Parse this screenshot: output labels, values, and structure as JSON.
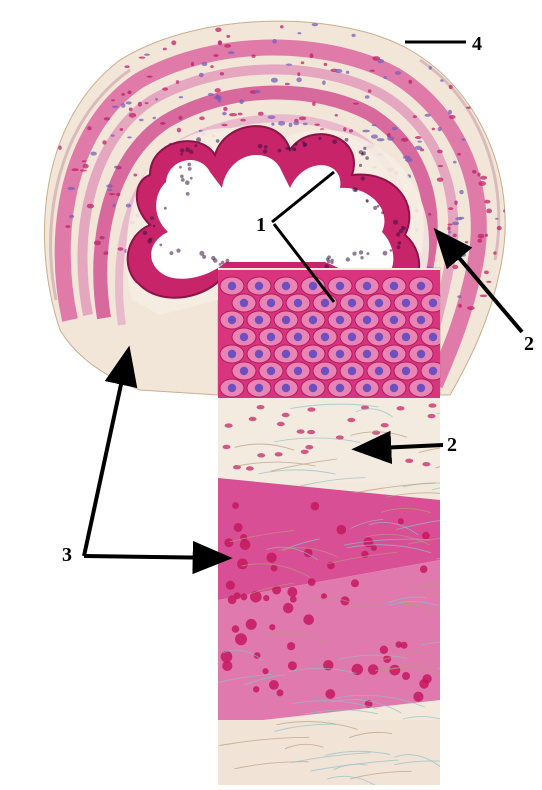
{
  "labels": {
    "l1": "1",
    "l2a": "2",
    "l2b": "2",
    "l3": "3",
    "l4": "4"
  },
  "colors": {
    "background": "#ffffff",
    "epithelium": "#cc2a6e",
    "muscle": "#d94d92",
    "connective": "#efe3d4",
    "fiber": "#c8a98a",
    "nucleus": "#7a4fc1",
    "lumen": "#ffffff",
    "annotation": "#000000"
  },
  "icons": [
    "arrow-pointer-icon",
    "leader-line"
  ]
}
